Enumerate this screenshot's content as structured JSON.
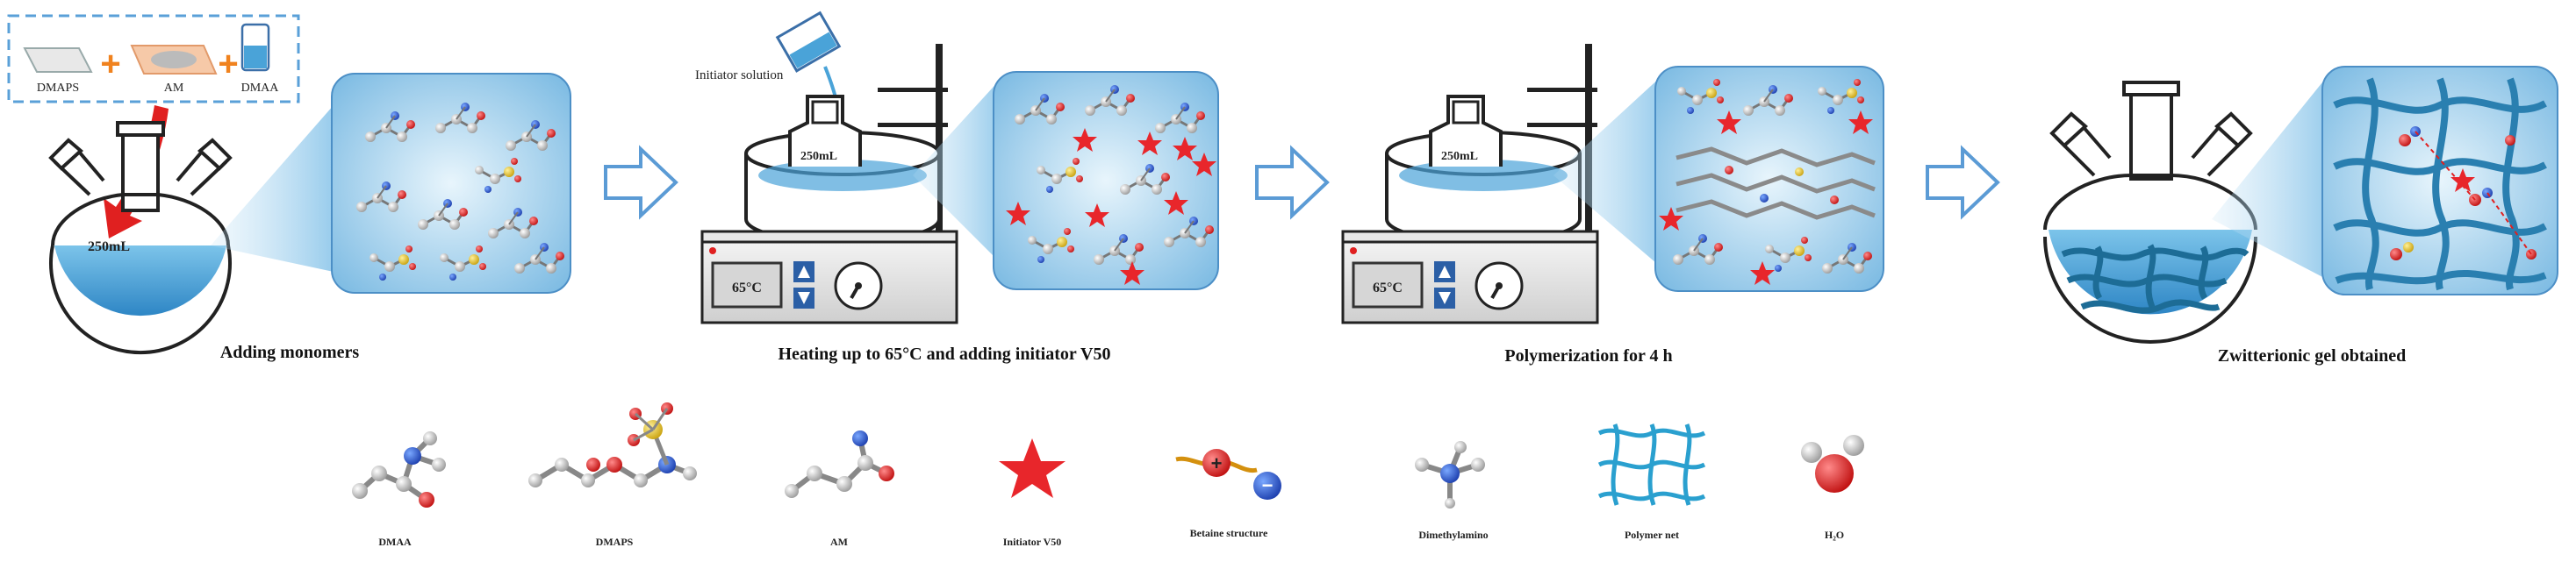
{
  "reagents": {
    "dmaps": "DMAPS",
    "am": "AM",
    "dmaa": "DMAA",
    "plus": "+"
  },
  "volume_label": "250mL",
  "initiator_solution": "Initiator solution",
  "temperature": "65°C",
  "steps": [
    {
      "caption": "Adding monomers"
    },
    {
      "caption": "Heating up to 65°C and adding initiator V50"
    },
    {
      "caption": "Polymerization for 4 h"
    },
    {
      "caption": "Zwitterionic gel obtained"
    }
  ],
  "legend": [
    {
      "label": "DMAA",
      "icon": "dmaa-molecule-icon"
    },
    {
      "label": "DMAPS",
      "icon": "dmaps-molecule-icon"
    },
    {
      "label": "AM",
      "icon": "am-molecule-icon"
    },
    {
      "label": "Initiator V50",
      "icon": "star-icon"
    },
    {
      "label": "Betaine structure",
      "icon": "betaine-icon"
    },
    {
      "label": "Dimethylamino",
      "icon": "dimethylamino-icon"
    },
    {
      "label": "Polymer net",
      "icon": "polymer-net-icon"
    },
    {
      "label": "H₂O",
      "icon": "water-molecule-icon"
    }
  ],
  "colors": {
    "liquid": "#4aa3d8",
    "panel": "#a9d4ef",
    "arrow": "#5b9bd5",
    "star": "#e8262b",
    "red_arrow": "#e02020",
    "net": "#2a8fbf"
  }
}
